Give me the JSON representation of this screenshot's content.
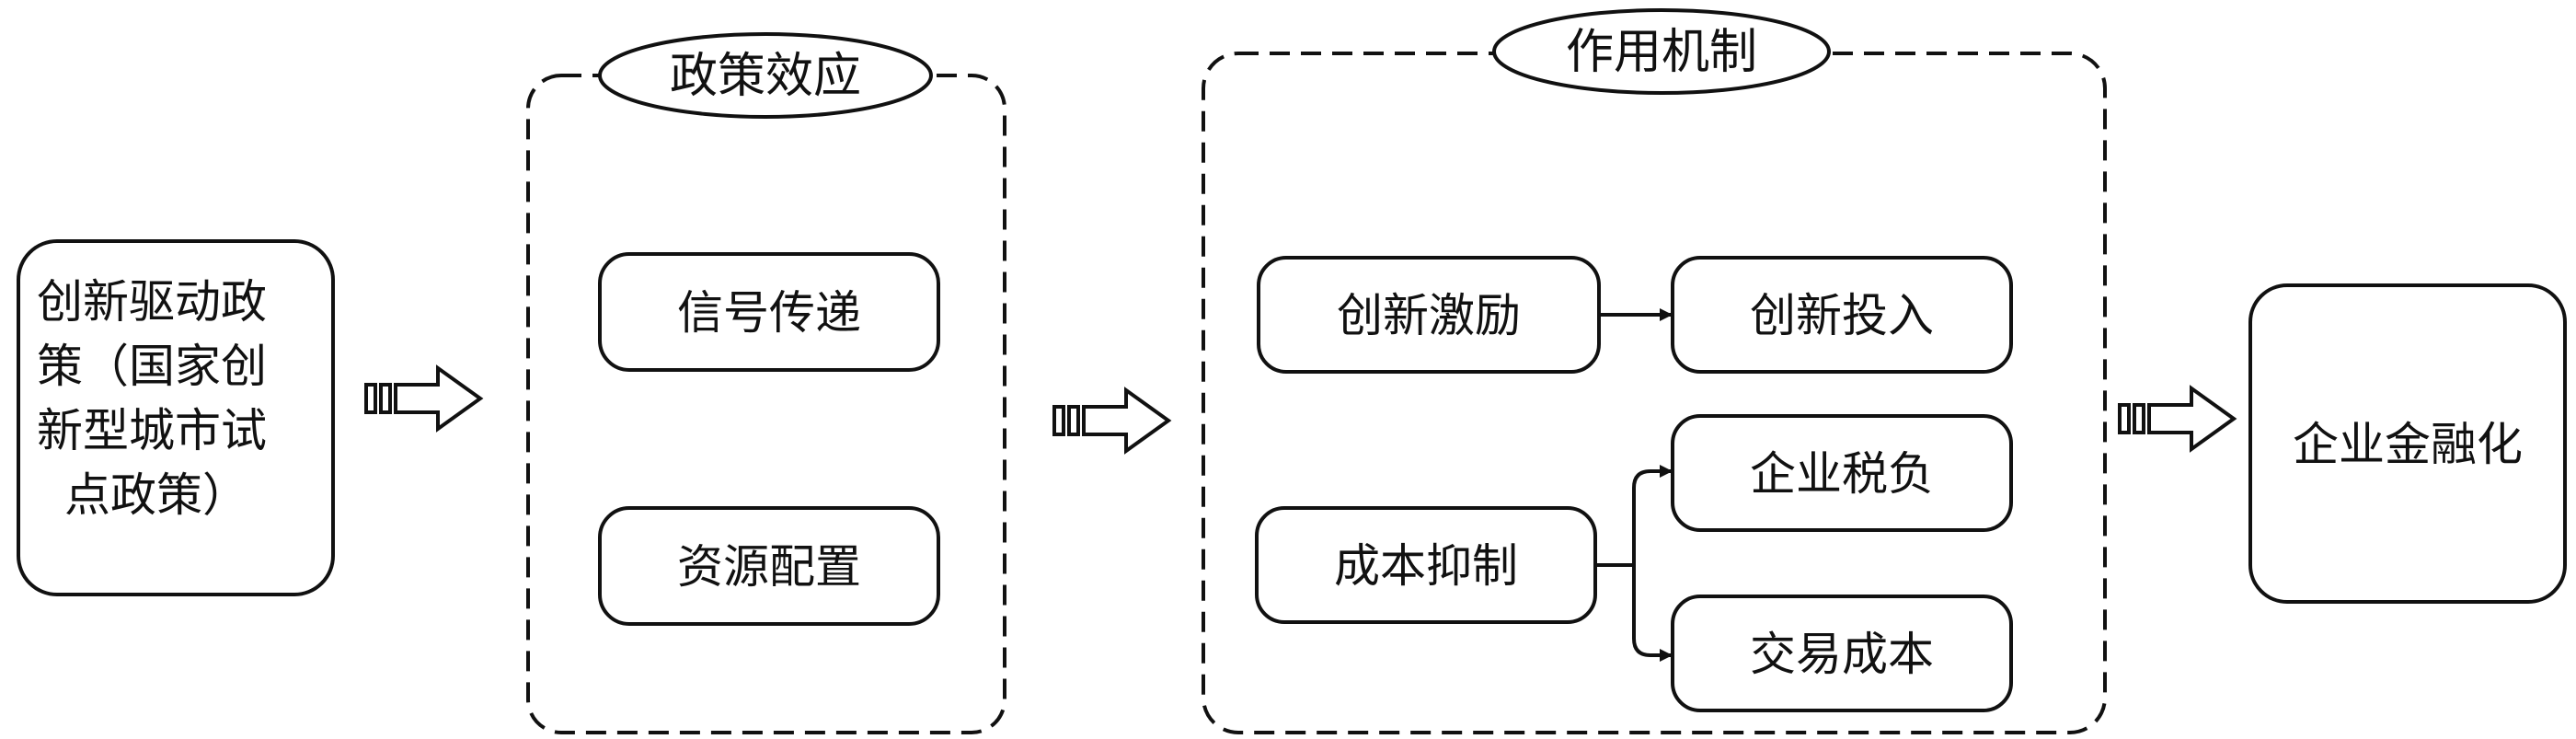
{
  "diagram": {
    "policy_box": {
      "lines": [
        "创新驱动政",
        "策（国家创",
        "新型城市试",
        "点政策）"
      ]
    },
    "policy_effect": {
      "title": "政策效应",
      "items": [
        "信号传递",
        "资源配置"
      ]
    },
    "mechanism": {
      "title": "作用机制",
      "innovation_incentive": "创新激励",
      "innovation_input": "创新投入",
      "cost_suppression": "成本抑制",
      "enterprise_tax": "企业税负",
      "transaction_cost": "交易成本"
    },
    "outcome": {
      "label": "企业金融化"
    }
  }
}
